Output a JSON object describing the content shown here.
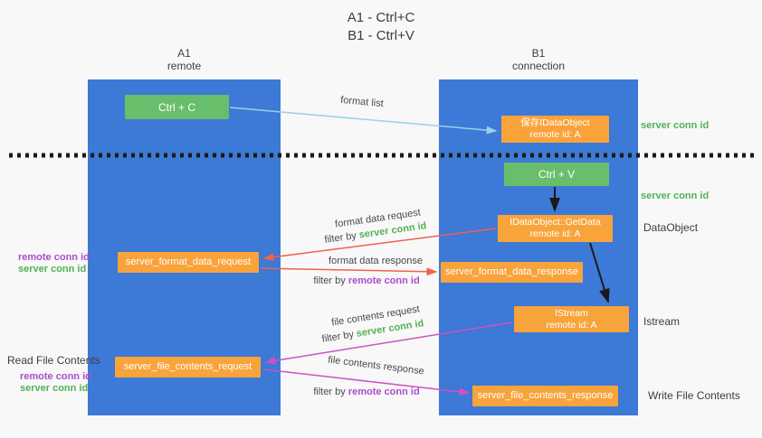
{
  "title": {
    "line1": "A1 - Ctrl+C",
    "line2": "B1 - Ctrl+V"
  },
  "lanes": {
    "left": {
      "name": "A1",
      "sub": "remote"
    },
    "right": {
      "name": "B1",
      "sub": "connection"
    }
  },
  "nodes": {
    "ctrl_c": "Ctrl + C",
    "ctrl_v": "Ctrl + V",
    "save_dataobject_line1": "保存IDataObject",
    "save_dataobject_line2": "remote id: A",
    "getdata_line1": "IDataObject::GetData",
    "getdata_line2": "remote id: A",
    "istream_line1": "IStream",
    "istream_line2": "remote id: A",
    "format_request": "server_format_data_request",
    "format_response": "server_format_data_response",
    "file_request": "server_file_contents_request",
    "file_response": "server_file_contents_response"
  },
  "arrow_labels": {
    "format_list": "format list",
    "format_data_request": "format data request",
    "filter_by_1": "filter by ",
    "server_conn_id_1": "server conn id",
    "format_data_response": "format data response",
    "filter_by_2": "filter by ",
    "remote_conn_id_2": "remote conn id",
    "file_contents_request": "file contents request",
    "filter_by_3": "filter by ",
    "server_conn_id_3": "server conn id",
    "file_contents_response": "file contents response",
    "filter_by_4": "filter by ",
    "remote_conn_id_4": "remote conn id"
  },
  "side_labels": {
    "server_conn_id_top": "server conn id",
    "server_conn_id_mid": "server conn id",
    "dataobject": "DataObject",
    "istream": "Istream",
    "write_file_contents": "Write File Contents",
    "left_remote_conn_id_1": "remote conn id",
    "left_server_conn_id_1": "server conn id",
    "read_file_contents": "Read File Contents",
    "left_remote_conn_id_2": "remote conn id",
    "left_server_conn_id_2": "server conn id"
  },
  "colors": {
    "lane_blue": "#3D79D6",
    "node_green": "#69BE6C",
    "node_orange": "#F9A33B",
    "arrow_blue": "#9AD0E8",
    "arrow_black": "#1a1a1a",
    "arrow_red": "#F0604E",
    "arrow_magenta": "#CD53C4",
    "text_green": "#53B156",
    "text_violet": "#A94ECB"
  }
}
